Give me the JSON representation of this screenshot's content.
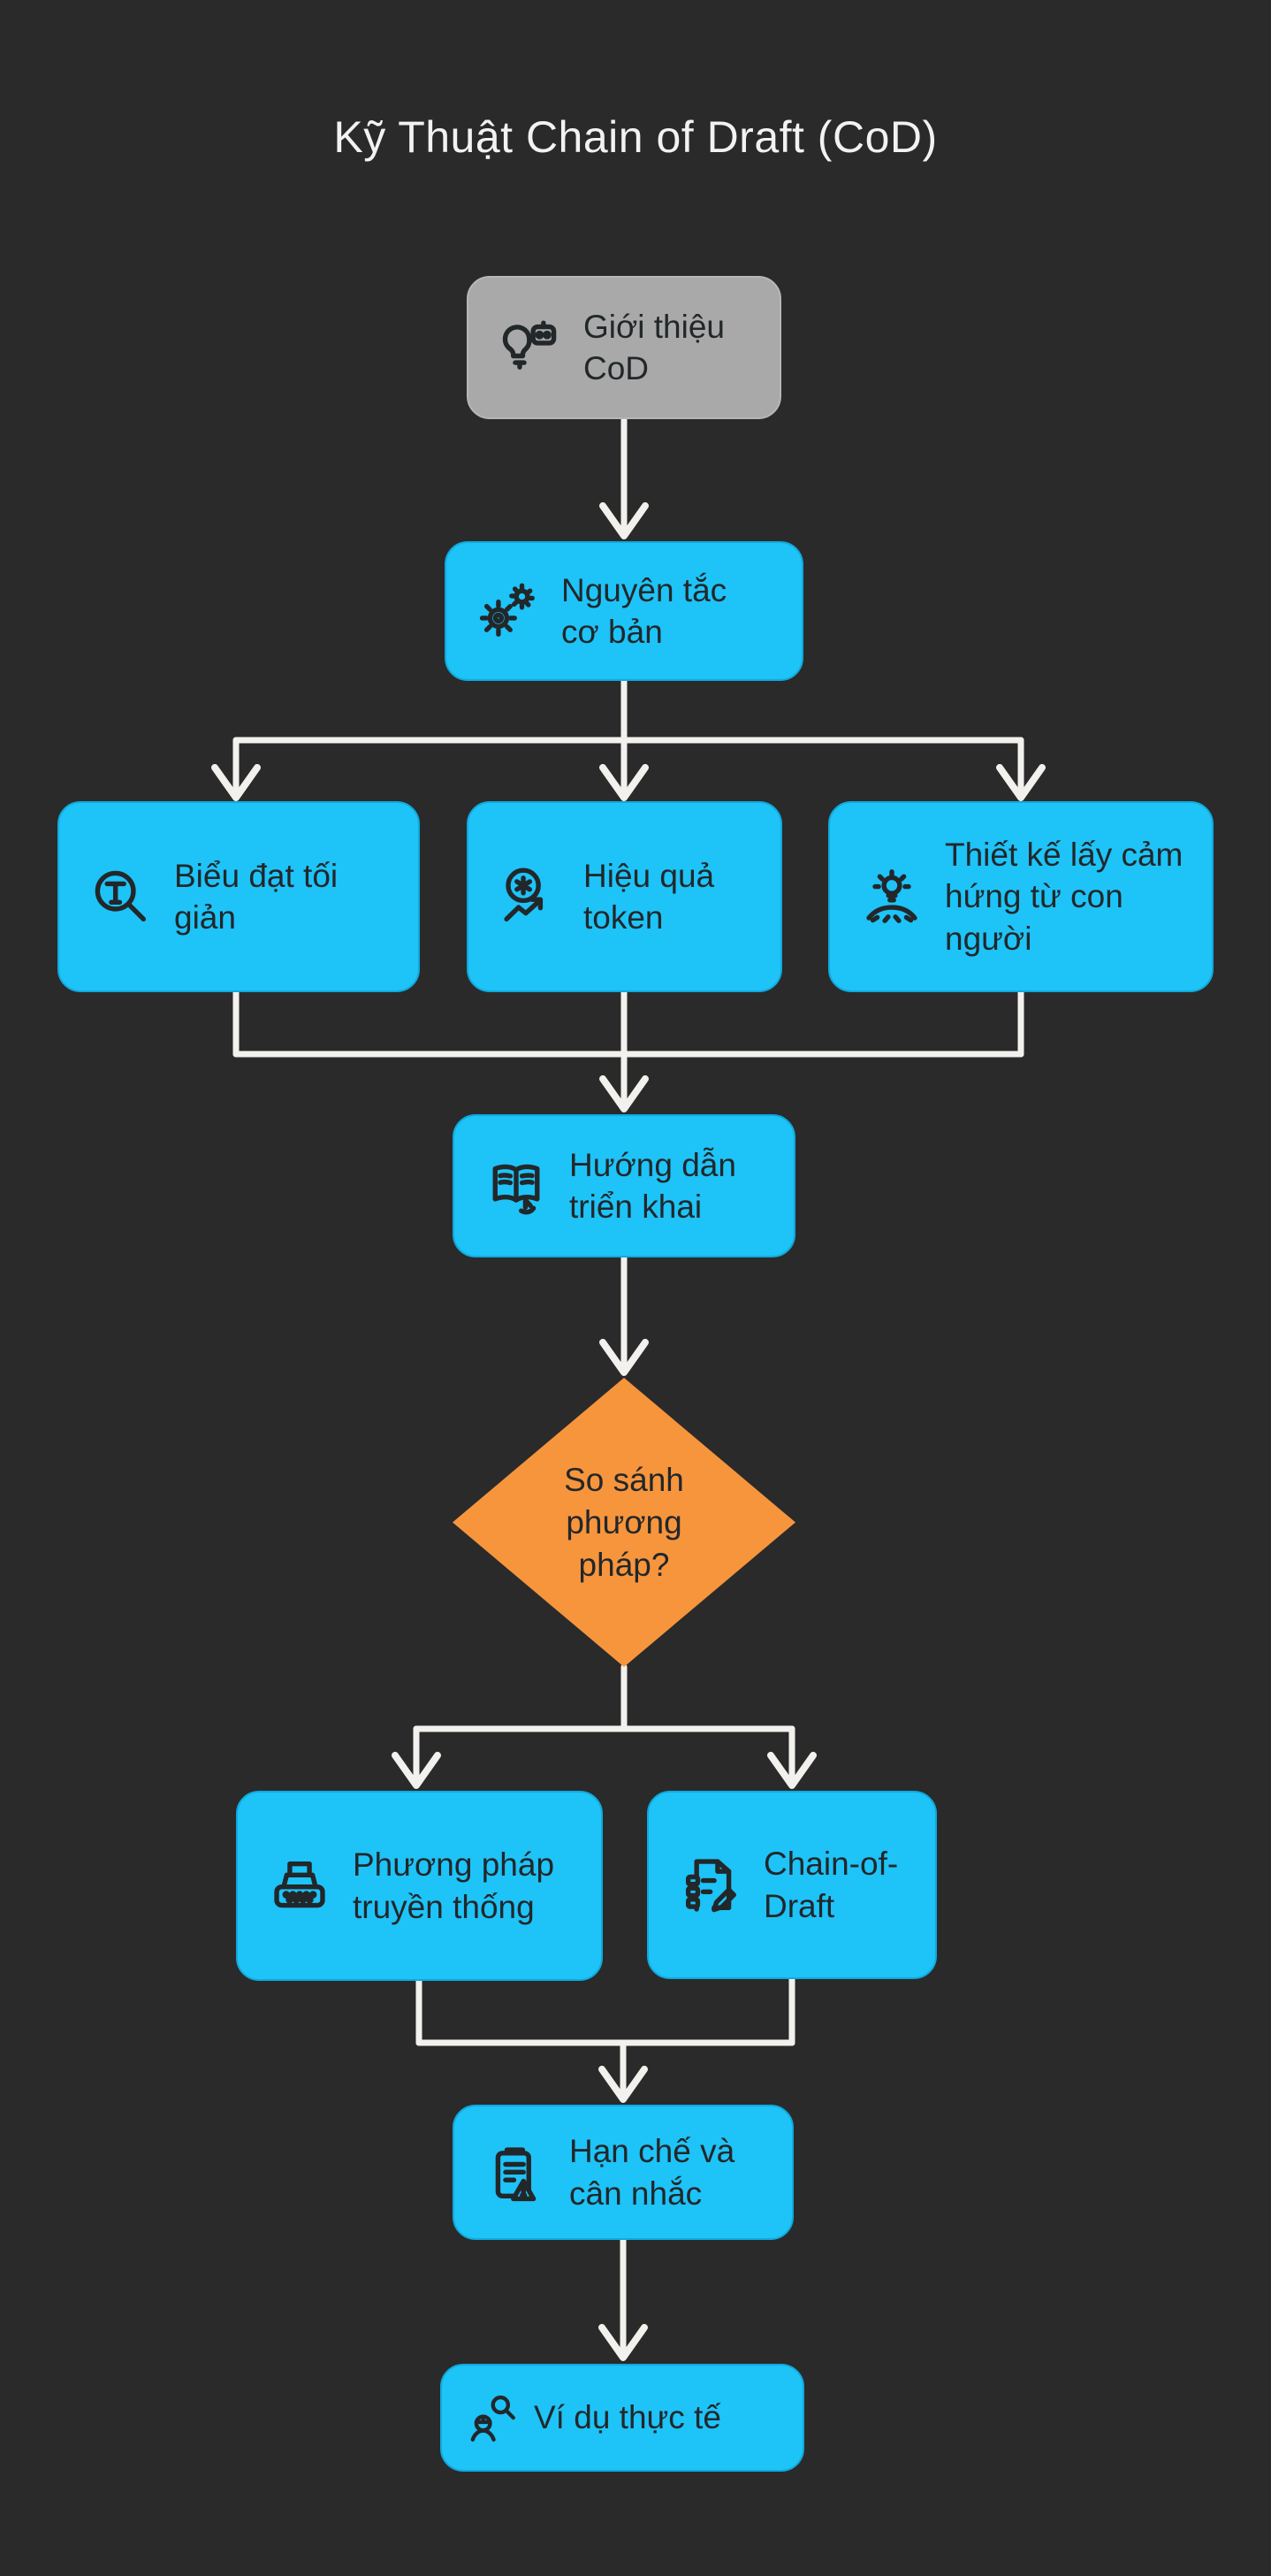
{
  "title": "Kỹ Thuật Chain of Draft (CoD)",
  "colors": {
    "background": "#2a2a2a",
    "node_fill": "#1ec3f7",
    "node_text": "#22272a",
    "start_node_fill": "#a9a9a9",
    "decision_fill": "#f7953d",
    "connector": "#f3f1ed",
    "title_text": "#f2f2f2"
  },
  "nodes": {
    "intro": {
      "label": "Giới thiệu CoD",
      "icon": "lightbulb-robot-icon",
      "shape": "rounded-rect",
      "fill": "#a9a9a9"
    },
    "principles": {
      "label": "Nguyên tắc cơ bản",
      "icon": "gears-icon",
      "shape": "rounded-rect",
      "fill": "#1ec3f7"
    },
    "minimal": {
      "label": "Biểu đạt tối giản",
      "icon": "magnifier-text-icon",
      "shape": "rounded-rect",
      "fill": "#1ec3f7"
    },
    "token": {
      "label": "Hiệu quả token",
      "icon": "token-trend-icon",
      "shape": "rounded-rect",
      "fill": "#1ec3f7"
    },
    "human": {
      "label": "Thiết kế lấy cảm hứng từ con người",
      "icon": "inspiration-hands-icon",
      "shape": "rounded-rect",
      "fill": "#1ec3f7"
    },
    "guide": {
      "label": "Hướng dẫn triển khai",
      "icon": "open-book-hand-icon",
      "shape": "rounded-rect",
      "fill": "#1ec3f7"
    },
    "compare": {
      "label": "So sánh phương pháp?",
      "icon": "",
      "shape": "diamond",
      "fill": "#f7953d"
    },
    "traditional": {
      "label": "Phương pháp truyền thống",
      "icon": "typewriter-icon",
      "shape": "rounded-rect",
      "fill": "#1ec3f7"
    },
    "cod": {
      "label": "Chain-of-Draft",
      "icon": "draft-document-pencil-icon",
      "shape": "rounded-rect",
      "fill": "#1ec3f7"
    },
    "limits": {
      "label": "Hạn chế và cân nhắc",
      "icon": "clipboard-warning-icon",
      "shape": "rounded-rect",
      "fill": "#1ec3f7"
    },
    "examples": {
      "label": "Ví dụ thực tế",
      "icon": "engineer-search-icon",
      "shape": "rounded-rect",
      "fill": "#1ec3f7"
    }
  },
  "edges": [
    {
      "from": "intro",
      "to": "principles"
    },
    {
      "from": "principles",
      "to": "minimal"
    },
    {
      "from": "principles",
      "to": "token"
    },
    {
      "from": "principles",
      "to": "human"
    },
    {
      "from": "minimal",
      "to": "guide"
    },
    {
      "from": "token",
      "to": "guide"
    },
    {
      "from": "human",
      "to": "guide"
    },
    {
      "from": "guide",
      "to": "compare"
    },
    {
      "from": "compare",
      "to": "traditional"
    },
    {
      "from": "compare",
      "to": "cod"
    },
    {
      "from": "traditional",
      "to": "limits"
    },
    {
      "from": "cod",
      "to": "limits"
    },
    {
      "from": "limits",
      "to": "examples"
    }
  ]
}
